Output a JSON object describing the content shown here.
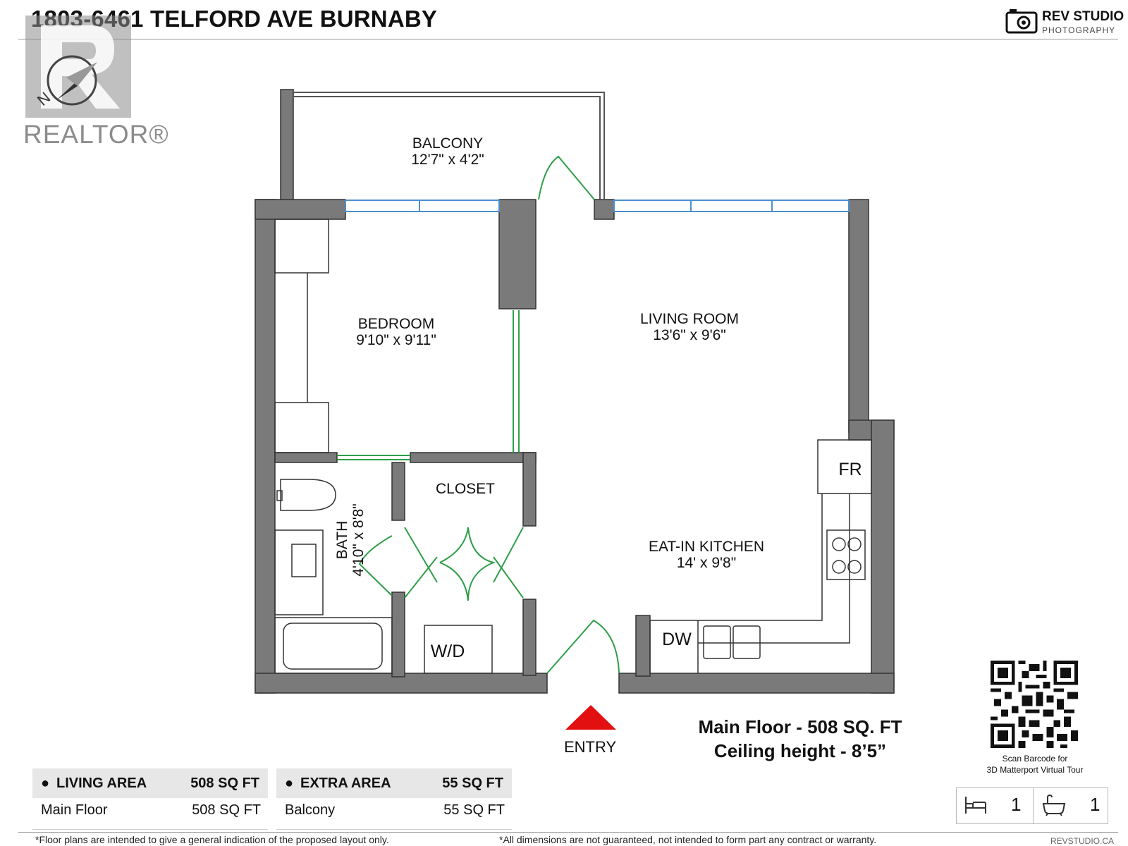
{
  "header": {
    "title": "1803-6461 TELFORD AVE BURNABY",
    "brand_name": "REV STUDIO",
    "brand_sub": "PHOTOGRAPHY",
    "realtor_mark": "REALTOR®"
  },
  "rooms": {
    "balcony": {
      "name": "BALCONY",
      "size": "12'7\" x 4'2\""
    },
    "bedroom": {
      "name": "BEDROOM",
      "size": "9'10\" x 9'11\""
    },
    "living": {
      "name": "LIVING ROOM",
      "size": "13'6\" x 9'6\""
    },
    "closet": {
      "name": "CLOSET"
    },
    "bath": {
      "name": "BATH",
      "size": "4'10\" x 8'8\""
    },
    "kitchen": {
      "name": "EAT-IN KITCHEN",
      "size": "14' x 9'8\""
    },
    "fr": "FR",
    "dw": "DW",
    "wd": "W/D",
    "entry": "ENTRY"
  },
  "summary": {
    "main_floor": "Main Floor - 508 SQ. FT",
    "ceiling": "Ceiling height - 8’5”"
  },
  "qr": {
    "caption1": "Scan Barcode for",
    "caption2": "3D Matterport Virtual Tour"
  },
  "areas": {
    "living": {
      "label": "LIVING AREA",
      "total": "508 SQ FT",
      "rows": [
        {
          "name": "Main Floor",
          "value": "508 SQ FT"
        }
      ]
    },
    "extra": {
      "label": "EXTRA AREA",
      "total": "55 SQ FT",
      "rows": [
        {
          "name": "Balcony",
          "value": "55 SQ FT"
        }
      ]
    }
  },
  "counts": {
    "beds": "1",
    "baths": "1"
  },
  "footer": {
    "disclaimer_left": "*Floor plans are intended to give a general indication of the proposed layout only.",
    "disclaimer_right": "*All dimensions are not guaranteed, not intended to form part any contract or warranty.",
    "url": "REVSTUDIO.CA"
  },
  "colors": {
    "wall": "#7a7a7a",
    "door": "#2e9e48",
    "window": "#4a8fd1",
    "entry_arrow": "#e21010",
    "table_header": "#e7e7e7"
  }
}
